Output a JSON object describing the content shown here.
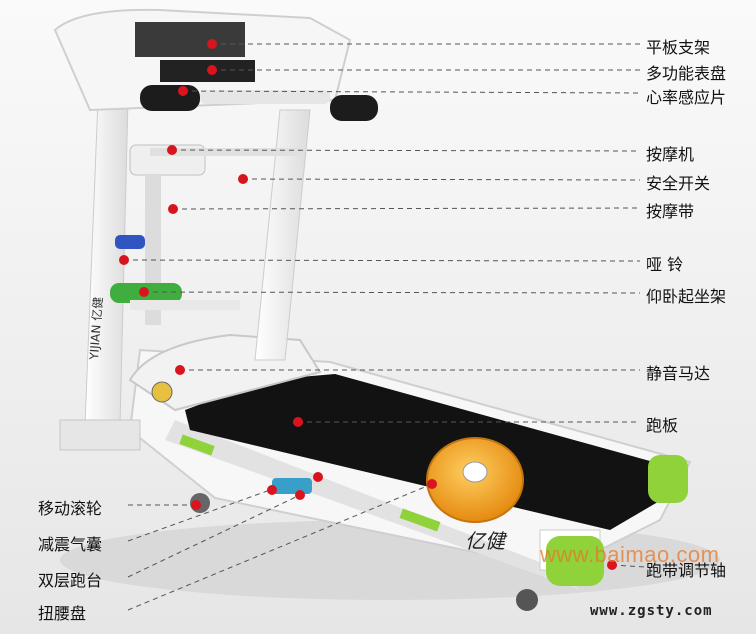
{
  "labels_right": [
    "平板支架",
    "多功能表盘",
    "心率感应片",
    "按摩机",
    "安全开关",
    "按摩带",
    "哑 铃",
    "仰卧起坐架",
    "静音马达",
    "跑板",
    "跑带调节轴"
  ],
  "labels_left": [
    "移动滚轮",
    "减震气囊",
    "双层跑台",
    "扭腰盘"
  ],
  "brand_text": "YIJIAN 亿健",
  "deck_logo": "亿健",
  "watermarks": {
    "baimao": "www.baimao.com",
    "zgsty": "www.zgsty.com"
  },
  "colors": {
    "marker": "#d8141e",
    "accent_green": "#8fd23a",
    "frame": "#ffffff",
    "belt": "#101010",
    "disc": "#f0a020"
  }
}
